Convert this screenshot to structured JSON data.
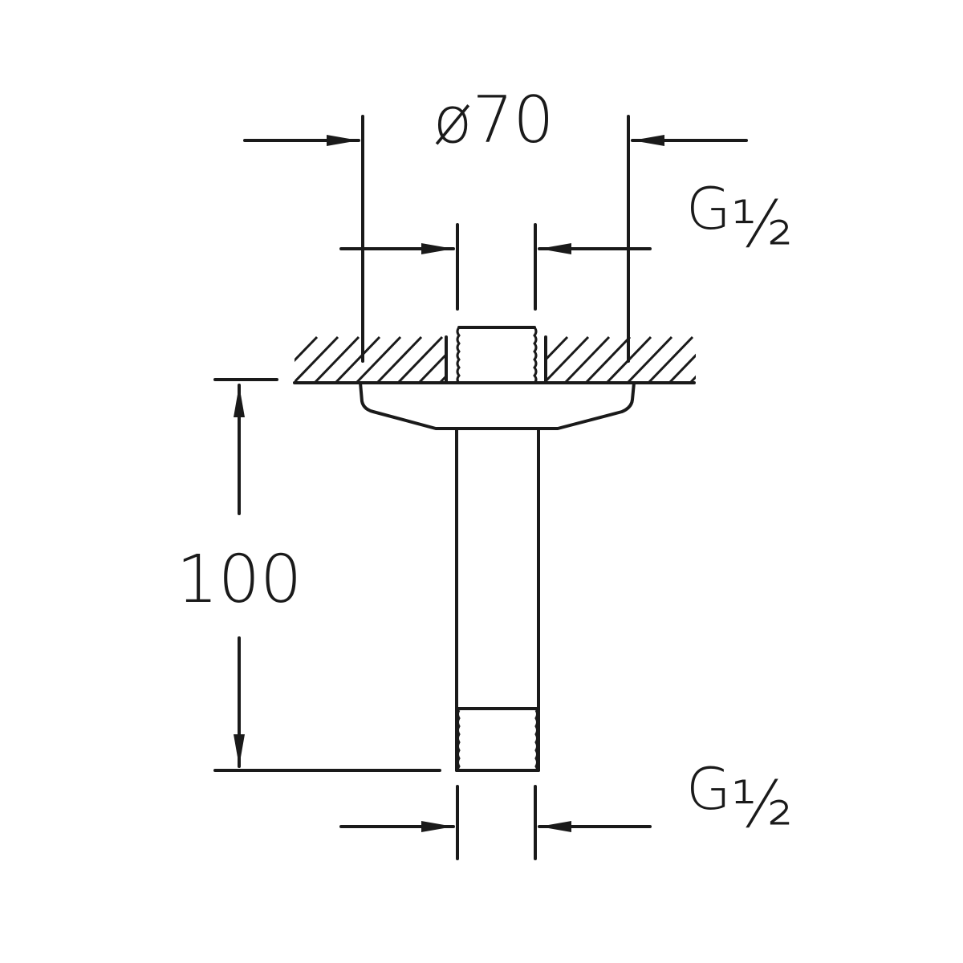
{
  "dimensions": {
    "flange_diameter": "ø70",
    "top_thread": {
      "main": "G",
      "fraction": "½"
    },
    "length": "100",
    "bottom_thread": {
      "main": "G",
      "fraction": "½"
    }
  },
  "colors": {
    "line": "#1a1a1a",
    "background": "#ffffff"
  }
}
